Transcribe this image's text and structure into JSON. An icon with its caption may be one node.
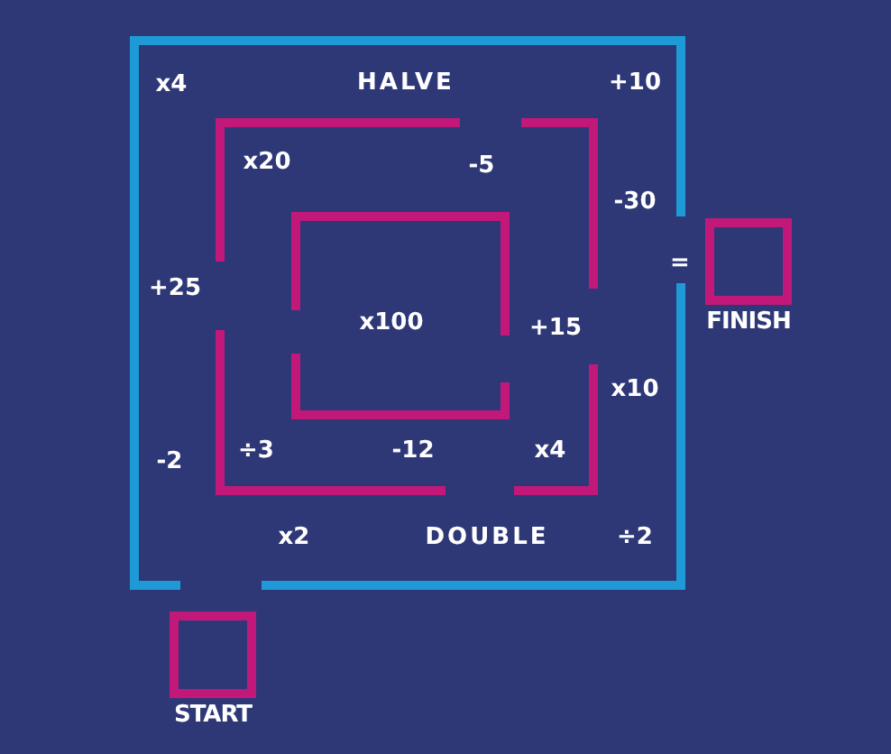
{
  "diagram": {
    "nodes": [
      {
        "text": [
          "START"
        ]
      },
      {
        "text": [
          "FINISH"
        ]
      }
    ],
    "edges": [],
    "labels": [
      "x4",
      "HALVE",
      "+10",
      "x20",
      "-5",
      "-30",
      "=",
      "+25",
      "x100",
      "+15",
      "x10",
      "-2",
      "÷3",
      "-12",
      "x4",
      "x2",
      "DOUBLE",
      "÷2"
    ]
  }
}
